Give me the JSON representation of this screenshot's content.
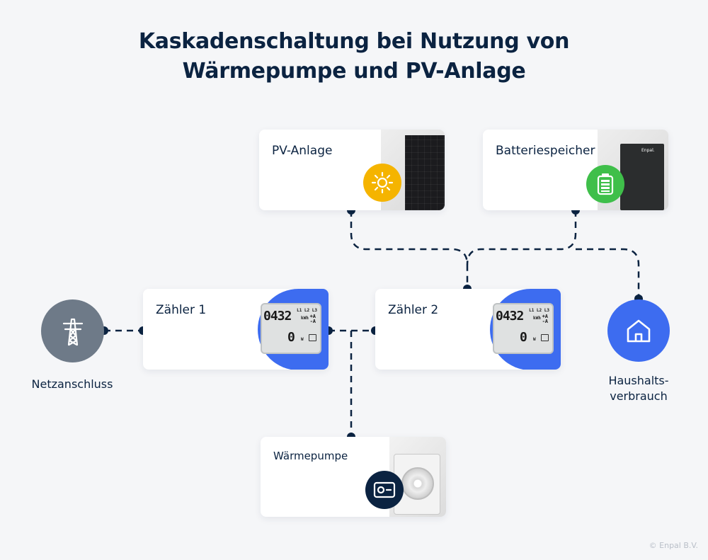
{
  "title": {
    "line1": "Kaskadenschaltung bei Nutzung von",
    "line2": "Wärmepumpe und PV-Anlage"
  },
  "cards": {
    "pv": {
      "label": "PV-Anlage",
      "badge_icon": "sun-icon",
      "badge_color": "#f5b400"
    },
    "battery": {
      "label": "Batteriespeicher",
      "badge_icon": "battery-icon",
      "badge_color": "#3fbf4a",
      "device_brand": "Enpal."
    },
    "meter1": {
      "label": "Zähler 1"
    },
    "meter2": {
      "label": "Zähler 2"
    },
    "heatpump": {
      "label": "Wärmepumpe",
      "badge_icon": "heat-pump-icon",
      "badge_color": "#0b2341"
    }
  },
  "meter_display": {
    "reading": "0432",
    "reading_unit": "kWh",
    "phases": "L1 L2 L3",
    "power": "0",
    "power_unit": "W"
  },
  "nodes": {
    "grid": {
      "label": "Netzanschluss",
      "icon": "power-tower-icon",
      "color": "#6e7a88"
    },
    "household": {
      "label_line1": "Haushalts-",
      "label_line2": "verbrauch",
      "icon": "house-icon",
      "color": "#3d6cf0"
    }
  },
  "accent_colors": {
    "blue": "#3d6cf0",
    "navy": "#0b2341"
  },
  "copyright": "© Enpal B.V."
}
